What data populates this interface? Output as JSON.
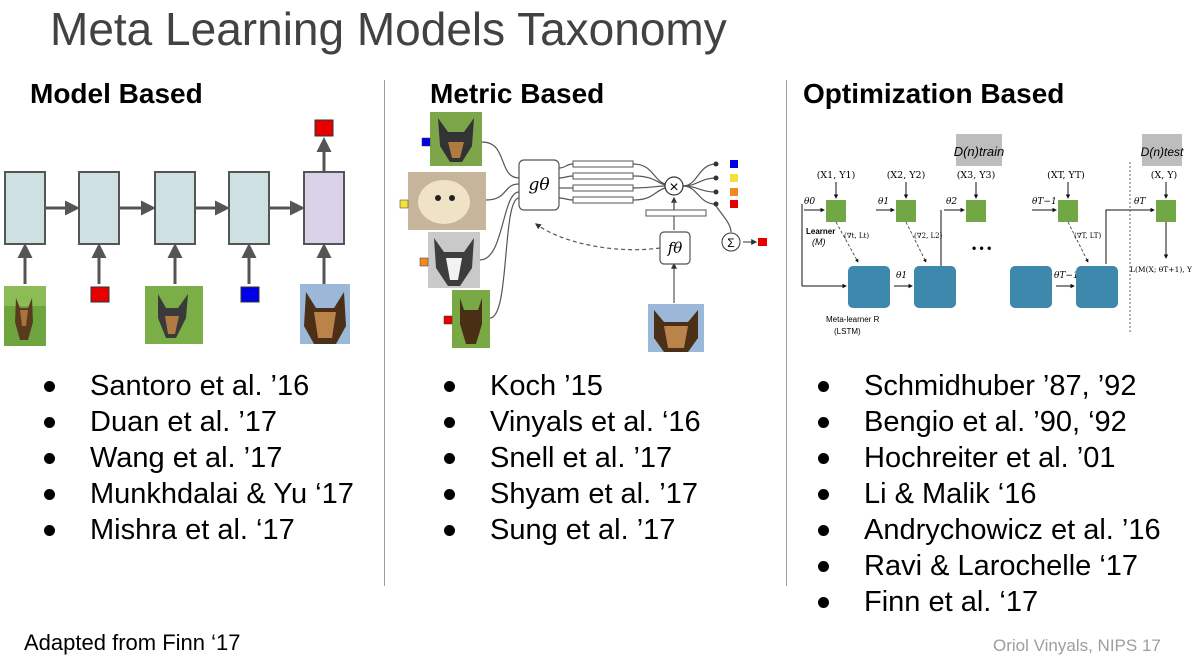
{
  "slide": {
    "title": "Meta Learning Models Taxonomy",
    "footer_left": "Adapted from Finn ‘17",
    "footer_right": "Oriol Vinyals, NIPS 17"
  },
  "columns": [
    {
      "heading": "Model Based",
      "refs": [
        "Santoro et al. ’16",
        "Duan et al. ’17",
        "Wang et al. ’17",
        "Munkhdalai & Yu ‘17",
        "Mishra et al. ‘17"
      ]
    },
    {
      "heading": "Metric Based",
      "refs": [
        "Koch ’15",
        "Vinyals et al. ‘16",
        "Snell et al. ’17",
        "Shyam et al. ’17",
        "Sung et al. ’17"
      ]
    },
    {
      "heading": "Optimization Based",
      "refs": [
        "Schmidhuber ’87, ’92",
        "Bengio et al. ’90, ‘92",
        "Hochreiter et al. ’01",
        "Li & Malik ‘16",
        "Andrychowicz et al. ’16",
        "Ravi & Larochelle ‘17",
        "Finn et al. ‘17"
      ]
    }
  ],
  "metric_diagram": {
    "g_label": "gθ",
    "f_label": "fθ",
    "times_symbol": "×",
    "sum_symbol": "Σ"
  },
  "optimization_diagram": {
    "d_train": "D(n)train",
    "d_test": "D(n)test",
    "inputs": [
      "(X1, Y1)",
      "(X2, Y2)",
      "(X3, Y3)",
      "(XT, YT)",
      "(X, Y)"
    ],
    "thetas": [
      "θ0",
      "θ1",
      "θ2",
      "θT−1",
      "θT"
    ],
    "lower_thetas": [
      "θ1",
      "θT−1"
    ],
    "grads": [
      "(∇t, Lt)",
      "(∇2, L2)",
      "(∇T, LT)"
    ],
    "learner": "Learner",
    "learner_m": "(M)",
    "ellipsis": "• • •",
    "meta_learner": "Meta-learner R",
    "lstm": "(LSTM)",
    "loss": "L(M(X; θT+1), Y"
  },
  "colors": {
    "title": "#424242",
    "cell_blue": "#cfe0e3",
    "cell_purple": "#d9d2e9",
    "red": "#e60000",
    "blue": "#0000e6",
    "green": "#71a845",
    "teal": "#3d88ad",
    "label_box": "#bdbdbd"
  }
}
